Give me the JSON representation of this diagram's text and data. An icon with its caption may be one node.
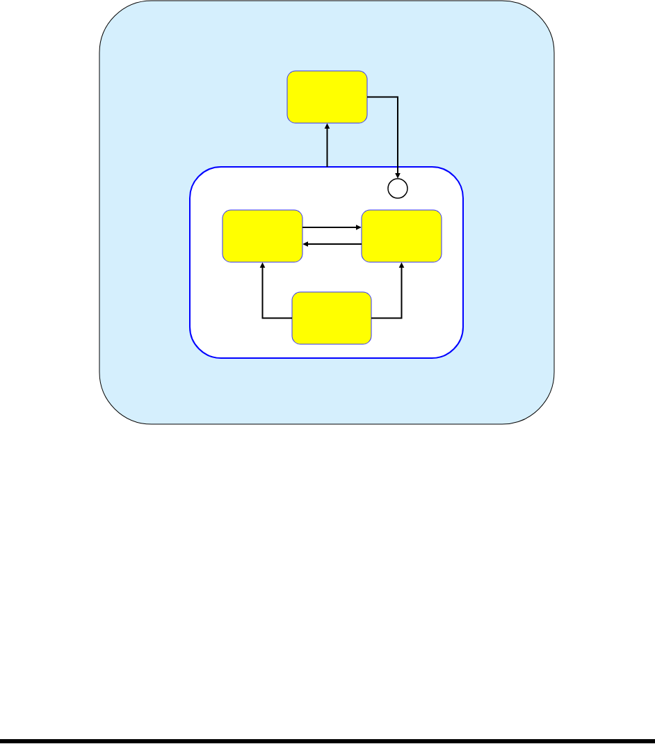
{
  "diagram": {
    "nodes": [
      {
        "text": [],
        "shape": "box"
      },
      {
        "text": [],
        "shape": "box",
        "in": 0
      },
      {
        "text": [],
        "shape": "box",
        "in": 0
      },
      {
        "text": [],
        "shape": "circle",
        "in": 2
      },
      {
        "text": [],
        "shape": "box",
        "in": 2
      },
      {
        "text": [],
        "shape": "box",
        "in": 2
      },
      {
        "text": [],
        "shape": "box",
        "in": 2
      }
    ],
    "edges": [
      {
        "from": 2,
        "to": 1,
        "arrow": "to"
      },
      {
        "from": 1,
        "to": 3,
        "arrow": "to"
      },
      {
        "from": 4,
        "to": 5,
        "arrow": "to"
      },
      {
        "from": 5,
        "to": 4,
        "arrow": "to"
      },
      {
        "from": 6,
        "to": 4,
        "arrow": "to"
      },
      {
        "from": 6,
        "to": 5,
        "arrow": "to"
      }
    ]
  }
}
